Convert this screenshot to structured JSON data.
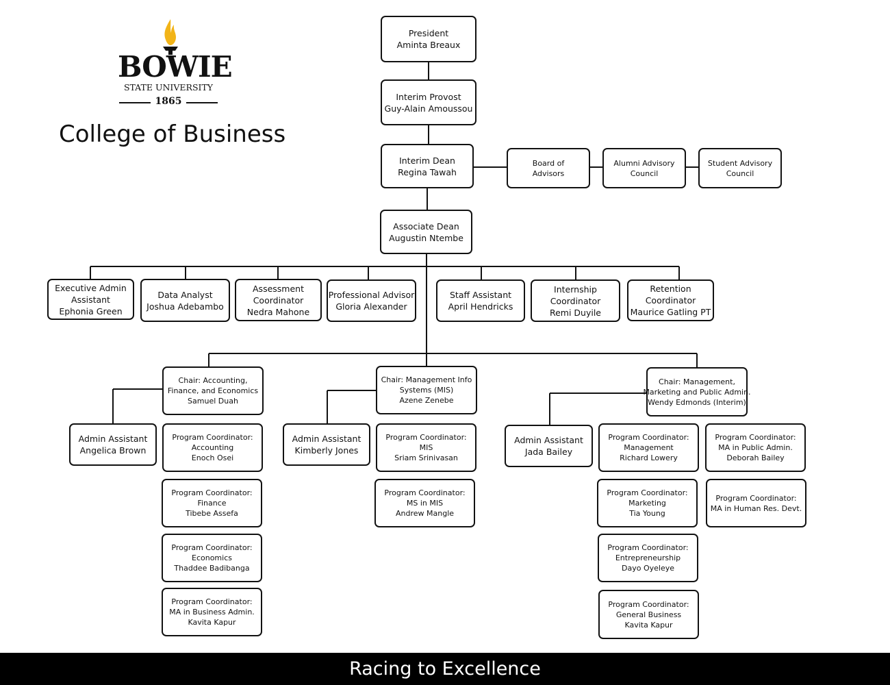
{
  "logo": {
    "wordmark": "BOWIE",
    "subtitle": "STATE UNIVERSITY",
    "year": "1865",
    "flame_icon": "flame-torch-icon",
    "colors": {
      "flame": "#F2B418",
      "text": "#111111"
    }
  },
  "page_title": "College of Business",
  "footer_text": "Racing to Excellence",
  "nodes": {
    "president": [
      "President",
      "Aminta Breaux"
    ],
    "provost": [
      "Interim Provost",
      "Guy-Alain Amoussou"
    ],
    "dean": [
      "Interim Dean",
      "Regina Tawah"
    ],
    "board": [
      "Board of",
      "Advisors"
    ],
    "alumni": [
      "Alumni Advisory",
      "Council"
    ],
    "student": [
      "Student Advisory",
      "Council"
    ],
    "assoc": [
      "Associate Dean",
      "Augustin Ntembe"
    ],
    "exec_admin": [
      "Executive  Admin",
      "Assistant",
      "Ephonia Green"
    ],
    "data_analyst": [
      "Data Analyst",
      "Joshua Adebambo"
    ],
    "assessment": [
      "Assessment",
      "Coordinator",
      "Nedra Mahone"
    ],
    "prof_advisor": [
      "Professional Advisor",
      "Gloria Alexander"
    ],
    "staff_asst": [
      "Staff Assistant",
      "April Hendricks"
    ],
    "internship": [
      "Internship",
      "Coordinator",
      "Remi Duyile"
    ],
    "retention": [
      "Retention",
      "Coordinator",
      "Maurice Gatling  PT"
    ],
    "chair_afe": [
      "Chair: Accounting,",
      "Finance, and Economics",
      "Samuel Duah"
    ],
    "chair_mis": [
      "Chair: Management Info",
      "Systems (MIS)",
      "Azene Zenebe"
    ],
    "chair_mmpa": [
      "Chair: Management,",
      "Marketing and Public Admin.",
      "Wendy Edmonds (Interim)"
    ],
    "admin_brown": [
      "Admin Assistant",
      "Angelica Brown"
    ],
    "admin_jones": [
      "Admin Assistant",
      "Kimberly Jones"
    ],
    "admin_bailey": [
      "Admin Assistant",
      "Jada Bailey"
    ],
    "pc_accounting": [
      "Program Coordinator:",
      "Accounting",
      "Enoch Osei"
    ],
    "pc_finance": [
      "Program Coordinator:",
      "Finance",
      "Tibebe Assefa"
    ],
    "pc_economics": [
      "Program Coordinator:",
      "Economics",
      "Thaddee Badibanga"
    ],
    "pc_mba": [
      "Program Coordinator:",
      "MA in Business Admin.",
      "Kavita Kapur"
    ],
    "pc_mis": [
      "Program Coordinator:",
      "MIS",
      "Sriam Srinivasan"
    ],
    "pc_msmis": [
      "Program Coordinator:",
      "MS in MIS",
      "Andrew Mangle"
    ],
    "pc_mgmt": [
      "Program Coordinator:",
      "Management",
      "Richard Lowery"
    ],
    "pc_mpa": [
      "Program Coordinator:",
      "MA in Public Admin.",
      "Deborah Bailey"
    ],
    "pc_marketing": [
      "Program Coordinator:",
      "Marketing",
      "Tia Young"
    ],
    "pc_mhrd": [
      "Program Coordinator:",
      "MA in Human Res. Devt."
    ],
    "pc_entre": [
      "Program Coordinator:",
      "Entrepreneurship",
      "Dayo Oyeleye"
    ],
    "pc_general": [
      "Program Coordinator:",
      "General Business",
      "Kavita Kapur"
    ]
  }
}
